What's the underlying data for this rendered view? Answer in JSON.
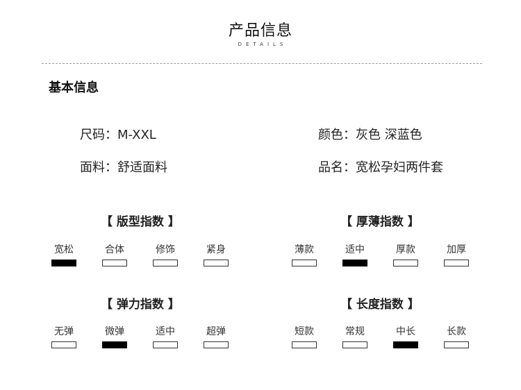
{
  "header": {
    "title": "产品信息",
    "subtitle": "DETAILS"
  },
  "section_title": "基本信息",
  "basic_info": {
    "size": "尺码：M-XXL",
    "color": "颜色：灰色 深蓝色",
    "fabric": "面料：舒适面料",
    "name": "品名：宽松孕妇两件套"
  },
  "indices": {
    "fit": {
      "title": "【 版型指数 】",
      "options": [
        "宽松",
        "合体",
        "修饰",
        "紧身"
      ],
      "selected": 0
    },
    "thickness": {
      "title": "【 厚薄指数 】",
      "options": [
        "薄款",
        "适中",
        "厚款",
        "加厚"
      ],
      "selected": 1
    },
    "elasticity": {
      "title": "【 弹力指数 】",
      "options": [
        "无弹",
        "微弹",
        "适中",
        "超弹"
      ],
      "selected": 1
    },
    "length": {
      "title": "【 长度指数 】",
      "options": [
        "短款",
        "常规",
        "中长",
        "长款"
      ],
      "selected": 2
    }
  },
  "colors": {
    "selected_fill": "#000000",
    "box_border": "#333333",
    "divider": "#9a9a9a"
  }
}
